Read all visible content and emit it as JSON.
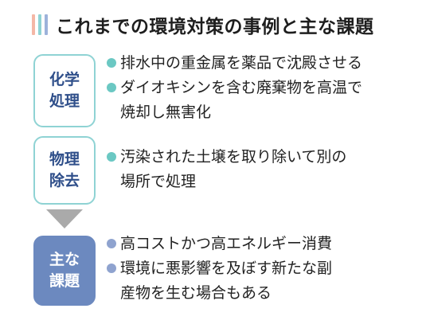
{
  "title": "これまでの環境対策の事例と主な課題",
  "title_bar_colors": [
    "#f4b7a6",
    "#8fd3d4",
    "#9db2da"
  ],
  "colors": {
    "tag_border": "#8fd3d4",
    "tag_text": "#2f4f8a",
    "tag_fill_highlight": "#6c89bf",
    "bullet_teal": "#6bc8c3",
    "bullet_blue": "#8fa3cf",
    "arrow": "#aaaaaa"
  },
  "sections": [
    {
      "tag_lines": [
        "化学",
        "処理"
      ],
      "items": [
        {
          "lines": [
            "排水中の重金属を薬品で沈殿させる"
          ]
        },
        {
          "lines": [
            "ダイオキシンを含む廃棄物を高温で",
            "焼却し無害化"
          ]
        }
      ]
    },
    {
      "tag_lines": [
        "物理",
        "除去"
      ],
      "items": [
        {
          "lines": [
            "汚染された土壌を取り除いて別の",
            "場所で処理"
          ]
        }
      ]
    },
    {
      "tag_lines": [
        "主な",
        "課題"
      ],
      "items": [
        {
          "lines": [
            "高コストかつ高エネルギー消費"
          ]
        },
        {
          "lines": [
            "環境に悪影響を及ぼす新たな副",
            "産物を生む場合もある"
          ]
        }
      ]
    }
  ]
}
